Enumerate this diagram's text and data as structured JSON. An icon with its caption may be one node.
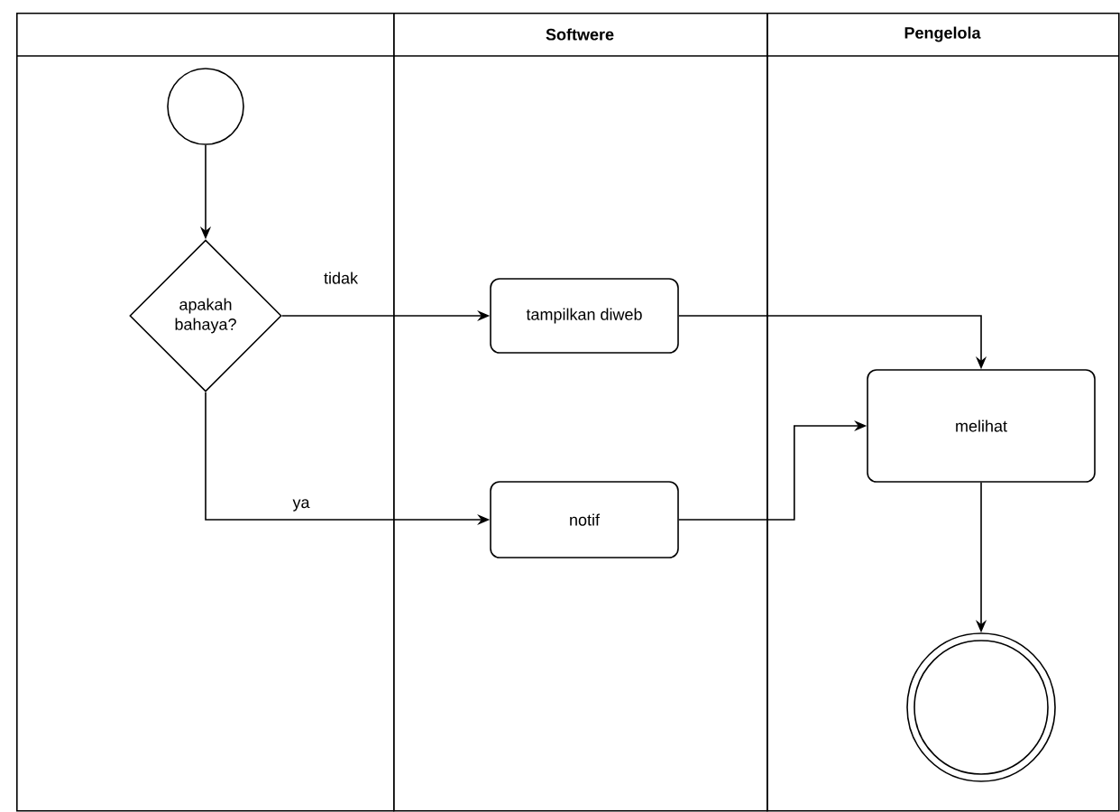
{
  "diagram": {
    "nodes": [
      {
        "text": [],
        "shape": "box"
      },
      {
        "text": [
          "Softwere"
        ]
      },
      {
        "text": [
          "Pengelola"
        ]
      },
      {
        "text": [],
        "shape": "circle",
        "in": 0
      },
      {
        "text": [
          "apakah bahaya?"
        ],
        "in": 0
      },
      {
        "text": [
          "tampilkan diweb"
        ],
        "in": 1
      },
      {
        "text": [
          "notif"
        ],
        "in": 1
      },
      {
        "text": [
          "melihat"
        ],
        "in": 2
      },
      {
        "text": [],
        "shape": "circle",
        "in": 2
      }
    ],
    "edges": [
      {
        "from": 3,
        "to": 4,
        "arrow": "to"
      },
      {
        "from": 4,
        "to": 5,
        "arrow": "to",
        "label": "tidak"
      },
      {
        "from": 4,
        "to": 6,
        "arrow": "to",
        "label": "ya"
      },
      {
        "from": 5,
        "to": 7,
        "arrow": "to"
      },
      {
        "from": 6,
        "to": 7,
        "arrow": "to"
      },
      {
        "from": 7,
        "to": 8,
        "arrow": "to"
      }
    ]
  }
}
